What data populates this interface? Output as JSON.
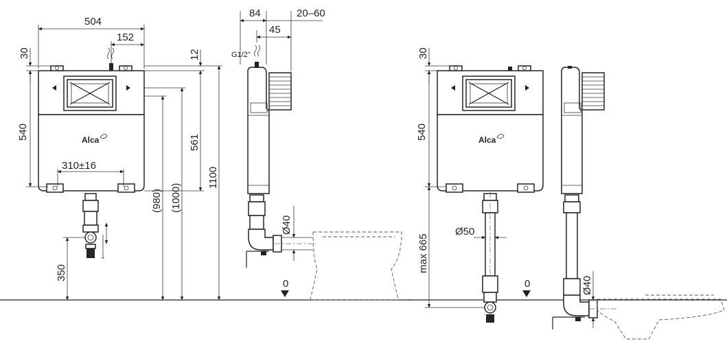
{
  "left_view": {
    "width": "504",
    "offset": "152",
    "top": "30",
    "height": "540",
    "spacing": "310±16",
    "bottom": "350",
    "h980": "(980)",
    "h1000": "(1000)",
    "h561": "561",
    "h1100": "1100",
    "h12": "12",
    "logo": "Alca"
  },
  "side_view": {
    "depth": "84",
    "wall": "20–60",
    "inlet_offset": "45",
    "thread": "G1/2\"",
    "pipe": "Ø40",
    "floor": "0"
  },
  "right_view": {
    "top": "30",
    "height": "540",
    "max": "max 665",
    "pipe": "Ø50",
    "floor": "0",
    "pipe2": "Ø40",
    "logo": "Alca"
  },
  "colors": {
    "line": "#222222",
    "background": "#ffffff"
  }
}
